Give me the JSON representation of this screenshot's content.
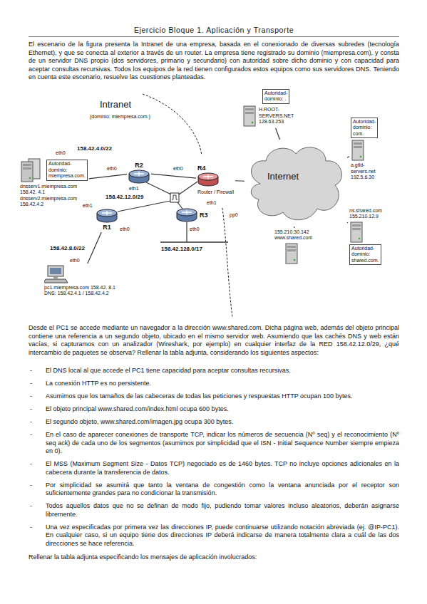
{
  "diagram": {
    "title": "Ejercicio Bloque 1. Aplicación y Transporte",
    "nodes": [
      {
        "text": [
          "Autoridad-dominio: miempresa.com.",
          "dnsserv1.miempresa.com 158.42. 4.1 dnsserv2.miempresa.com 158.42.4.2"
        ]
      },
      {
        "text": [
          "R2"
        ]
      },
      {
        "text": [
          "R4",
          "Router / Firewall"
        ]
      },
      {
        "text": [
          "R1"
        ]
      },
      {
        "text": [
          "R3"
        ]
      },
      {
        "text": [
          "Internet"
        ]
      },
      {
        "text": [
          "Autoridad-dominio: .",
          "H.ROOT-SERVERS.NET 128.63.253"
        ]
      },
      {
        "text": [
          "Autoridad-dominio: com.",
          "a.gtld-servers.net 192.5.6.30"
        ]
      },
      {
        "text": [
          "ns.shared.com 155.210.12.9",
          "Autoridad-dominio: shared.com."
        ]
      },
      {
        "text": [
          "155.210.30.142 www.shared.com"
        ]
      },
      {
        "text": [
          "pc1.miempresa.com 158.42. 8.1 DNS: 158.42.4.1 / 158.42.4.2"
        ]
      }
    ],
    "edges": [
      {
        "from": 0,
        "to": 1,
        "arrow": "none"
      },
      {
        "from": 1,
        "to": 2,
        "arrow": "none"
      },
      {
        "from": 2,
        "to": 5,
        "arrow": "none"
      },
      {
        "from": 3,
        "to": 10,
        "arrow": "none"
      },
      {
        "from": 6,
        "to": 5,
        "arrow": "none"
      },
      {
        "from": 7,
        "to": 5,
        "arrow": "none"
      },
      {
        "from": 8,
        "to": 5,
        "arrow": "none"
      },
      {
        "from": 9,
        "to": 5,
        "arrow": "none"
      }
    ],
    "labels": [
      "El escenario de la figura presenta la Intranet de una empresa, basada en el conexionado de diversas subredes (tecnología Ethernet), y que se conecta al exterior a través de un router. La empresa tiene registrado su dominio (miempresa.com), y consta de un servidor DNS propio (dos servidores, primario y secundario) con autoridad sobre dicho dominio y con capacidad para aceptar consultas recursivas. Todos los equipos de la red tienen configurados estos equipos como sus servidores DNS. Teniendo en cuenta este escenario, resuelve las cuestiones planteadas.",
      "Intranet",
      "(dominio: miempresa.com.)",
      "158.42.4.0/22",
      "eth0",
      "eth0",
      "eth0",
      "eth1",
      "158.42.12.0/29",
      "eth1",
      "eth1",
      "pp0",
      "eth0",
      "eth0",
      "158.42.8.0/22",
      "158.42.128.0/17",
      "eth0",
      "Desde el PC1 se accede mediante un navegador a la dirección www.shared.com. Dicha página web, además del objeto principal contiene una referencia a un segundo objeto, ubicado en el mismo servidor web. Asumiendo que las cachés DNS y web están vacías, si capturamos con un analizador (Wireshark, por ejemplo) en cualquier interfaz de la RED 158.42.12.0/29, ¿qué intercambio de paquetes se observa? Rellenar la tabla adjunta, considerando los siguientes aspectos:",
      "-",
      "El DNS local al que accede el PC1 tiene capacidad para aceptar consultas recursivas.",
      "-",
      "La conexión HTTP es no persistente.",
      "-",
      "Asumimos que los tamaños de las cabeceras de todas las peticiones y respuestas HTTP ocupan 100 bytes.",
      "-",
      "El objeto principal www.shared.com/index.html ocupa 600 bytes.",
      "-",
      "El segundo objeto, www.shared.com/imagen.jpg ocupa 300 bytes.",
      "-",
      "En el caso de aparecer conexiones de transporte TCP, indicar los números de secuencia (Nº seq) y el reconocimiento (Nº seq ack) de cada uno de los segmentos (asumimos por simplicidad que el ISN - Initial Sequence Number siempre empieza en 0).",
      "-",
      "El MSS (Maximum Segment Size - Datos TCP) negociado es de 1460 bytes. TCP no incluye opciones adicionales en la cabecera durante la transferencia de datos.",
      "-",
      "Por simplicidad se asumirá que tanto la ventana de congestión como la ventana anunciada por el receptor son suficientemente grandes para no condicionar la transmisión.",
      "-",
      "Todos aquellos datos que no se definan de modo fijo, pudiendo tomar valores incluso aleatorios, deberán asignarse libremente.",
      "-",
      "Una vez especificadas por primera vez las direcciones IP, puede continuarse utilizando notación abreviada (ej. @IP-PC1). En cualquier caso, si un equipo tiene dos direcciones IP deberá indicarse de manera totalmente clara a cuál de las dos direcciones se hace referencia.",
      "Rellenar la tabla adjunta especificando los mensajes de aplicación involucrados:"
    ]
  }
}
